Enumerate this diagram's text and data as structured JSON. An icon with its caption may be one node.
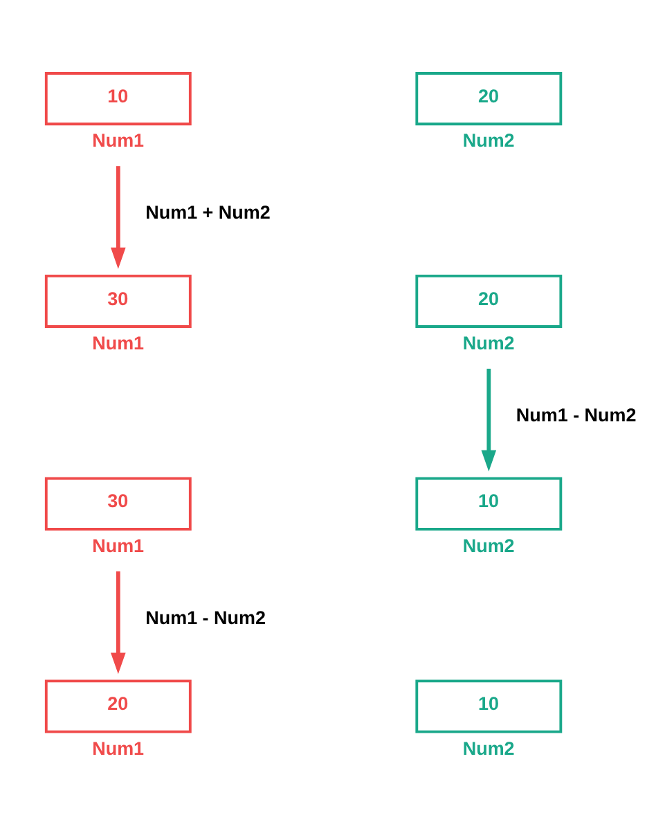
{
  "diagram": {
    "nodes": [
      {
        "text": [
          "10"
        ],
        "beside": [
          "Num1"
        ]
      },
      {
        "text": [
          "20"
        ],
        "beside": [
          "Num2"
        ]
      },
      {
        "text": [
          "30"
        ],
        "beside": [
          "Num1"
        ]
      },
      {
        "text": [
          "20"
        ],
        "beside": [
          "Num2"
        ]
      },
      {
        "text": [
          "30"
        ],
        "beside": [
          "Num1"
        ]
      },
      {
        "text": [
          "10"
        ],
        "beside": [
          "Num2"
        ]
      },
      {
        "text": [
          "20"
        ],
        "beside": [
          "Num1"
        ]
      },
      {
        "text": [
          "10"
        ],
        "beside": [
          "Num2"
        ]
      }
    ],
    "edges": [
      {
        "from": 0,
        "to": 2,
        "arrow": "to",
        "label": "Num1 + Num2"
      },
      {
        "from": 3,
        "to": 5,
        "arrow": "to",
        "label": "Num1 - Num2",
        "color": "#1aa88a"
      },
      {
        "from": 4,
        "to": 6,
        "arrow": "to",
        "label": "Num1 - Num2"
      }
    ]
  }
}
